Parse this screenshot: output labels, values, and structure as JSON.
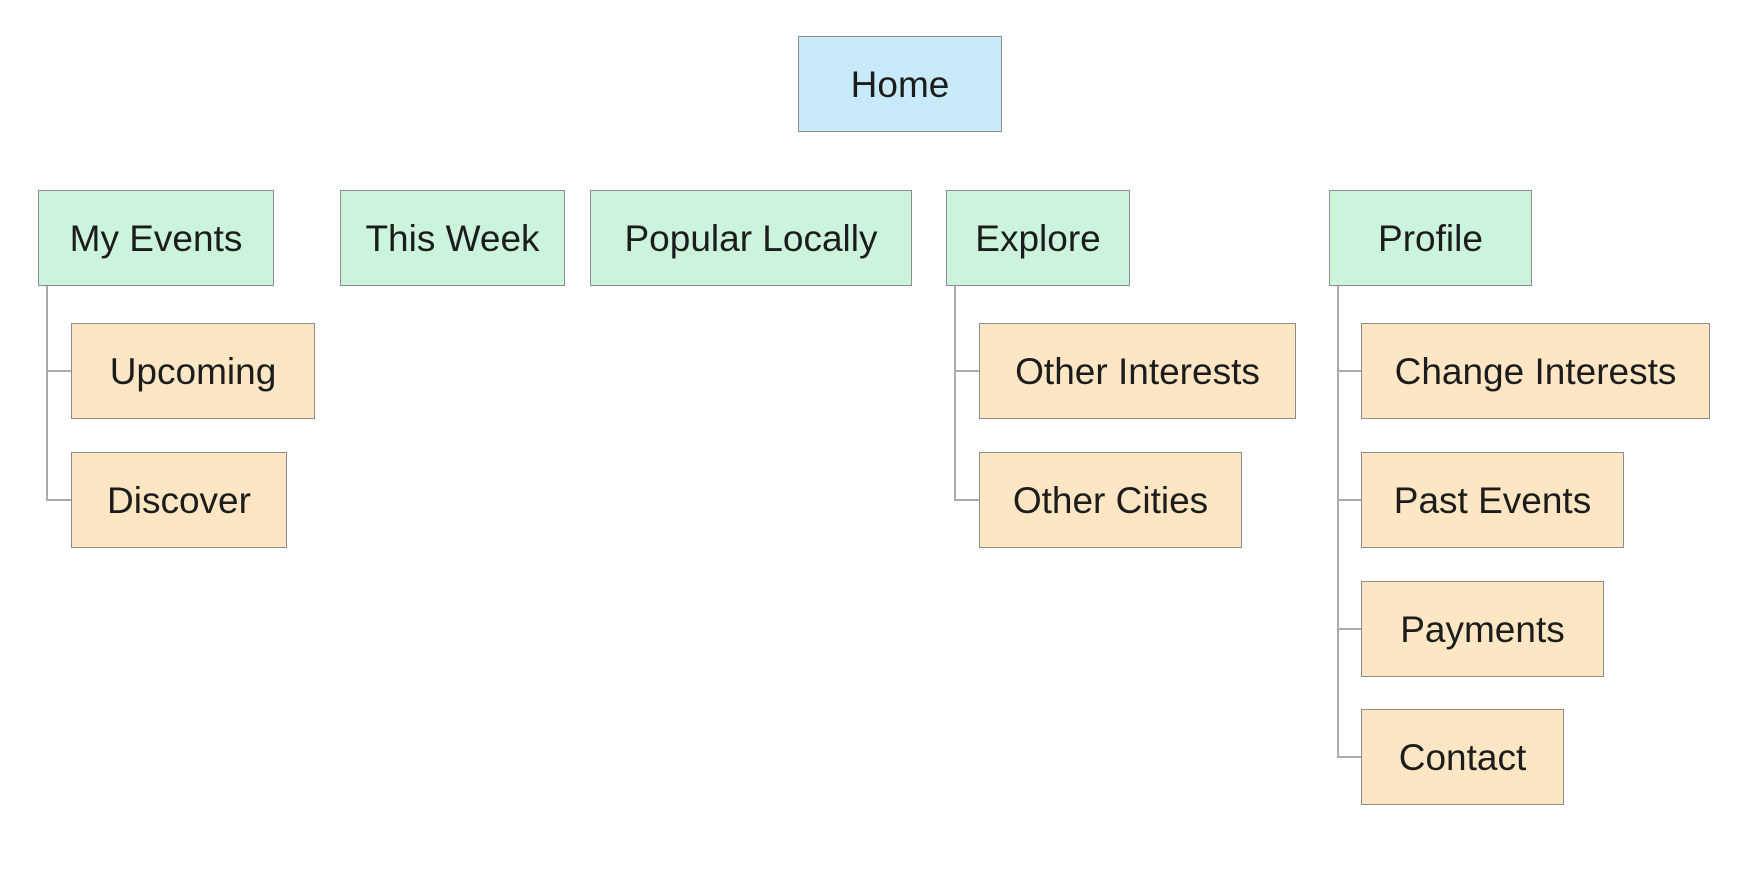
{
  "diagram": {
    "type": "sitemap-tree",
    "colors": {
      "root_fill": "#c8ebfa",
      "section_fill": "#ccf3dc",
      "leaf_fill": "#fce6c4",
      "border": "#8c8c8c",
      "connector": "#ababab",
      "text": "#1c1c1c",
      "bg": "#ffffff"
    },
    "root": {
      "label": "Home"
    },
    "sections": [
      {
        "label": "My Events",
        "children": [
          {
            "label": "Upcoming"
          },
          {
            "label": "Discover"
          }
        ]
      },
      {
        "label": "This Week",
        "children": []
      },
      {
        "label": "Popular Locally",
        "children": []
      },
      {
        "label": "Explore",
        "children": [
          {
            "label": "Other Interests"
          },
          {
            "label": "Other Cities"
          }
        ]
      },
      {
        "label": "Profile",
        "children": [
          {
            "label": "Change Interests"
          },
          {
            "label": "Past Events"
          },
          {
            "label": "Payments"
          },
          {
            "label": "Contact"
          }
        ]
      }
    ]
  }
}
